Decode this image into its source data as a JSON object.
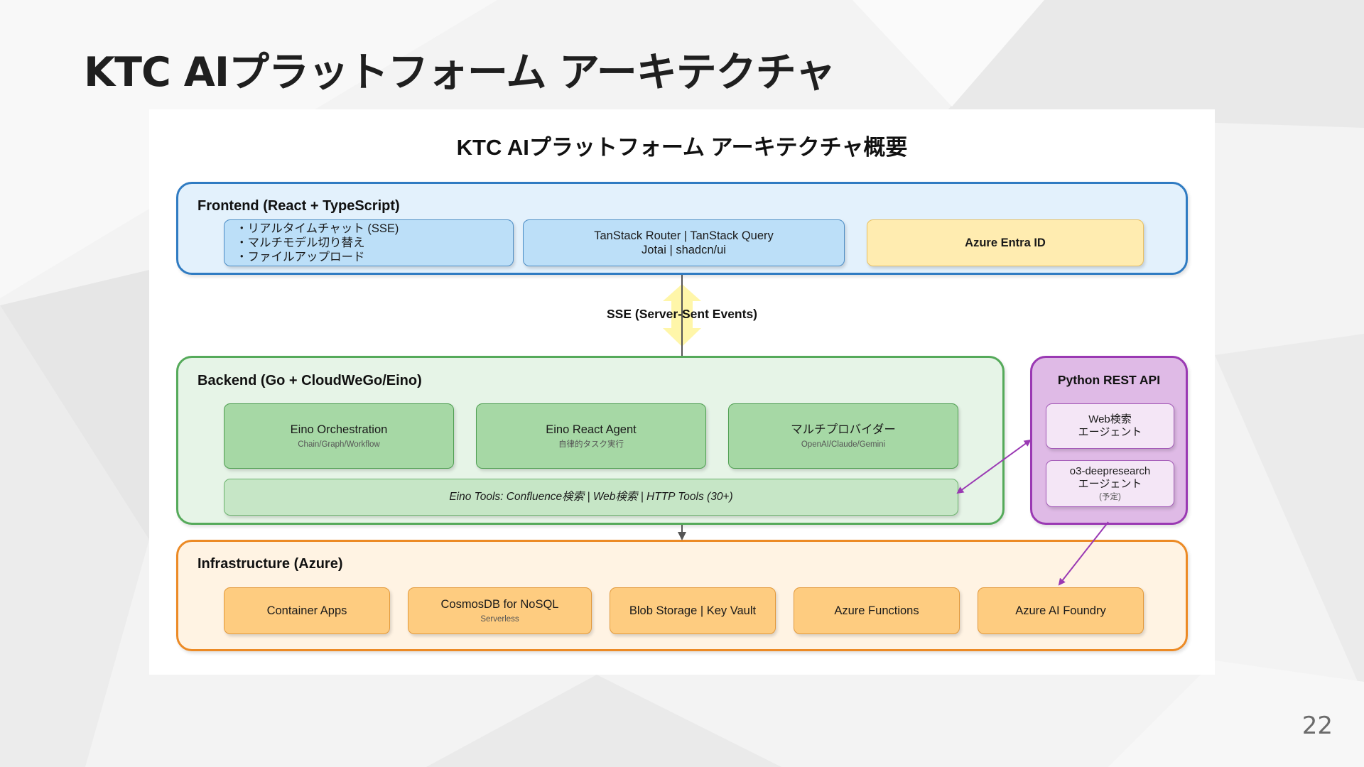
{
  "slide": {
    "title": "KTC AIプラットフォーム アーキテクチャ",
    "page_number": "22"
  },
  "diagram": {
    "title": "KTC AIプラットフォーム アーキテクチャ概要",
    "frontend": {
      "title": "Frontend (React + TypeScript)",
      "features": [
        "・リアルタイムチャット (SSE)",
        "・マルチモデル切り替え",
        "・ファイルアップロード"
      ],
      "libs_line1": "TanStack Router | TanStack Query",
      "libs_line2": "Jotai | shadcn/ui",
      "auth": "Azure Entra ID"
    },
    "connection": {
      "label": "SSE (Server-Sent Events)"
    },
    "backend": {
      "title": "Backend (Go + CloudWeGo/Eino)",
      "boxes": [
        {
          "label": "Eino Orchestration",
          "sub": "Chain/Graph/Workflow"
        },
        {
          "label": "Eino React Agent",
          "sub": "自律的タスク実行"
        },
        {
          "label": "マルチプロバイダー",
          "sub": "OpenAI/Claude/Gemini"
        }
      ],
      "tools": "Eino Tools: Confluence検索 | Web検索 | HTTP Tools (30+)"
    },
    "python": {
      "title": "Python REST API",
      "web_agent_line1": "Web検索",
      "web_agent_line2": "エージェント",
      "deep_agent_line1": "o3-deepresearch",
      "deep_agent_line2": "エージェント",
      "deep_agent_note": "(予定)"
    },
    "infrastructure": {
      "title": "Infrastructure (Azure)",
      "boxes": [
        {
          "label": "Container Apps",
          "sub": ""
        },
        {
          "label": "CosmosDB for NoSQL",
          "sub": "Serverless"
        },
        {
          "label": "Blob Storage | Key Vault",
          "sub": ""
        },
        {
          "label": "Azure Functions",
          "sub": ""
        },
        {
          "label": "Azure AI Foundry",
          "sub": ""
        }
      ]
    },
    "colors": {
      "frontend_border": "#2f7bc2",
      "backend_border": "#55aa5a",
      "python_border": "#9a39b3",
      "infra_border": "#ec8a25",
      "auth_fill": "#ffecb0",
      "arrow_purple": "#9a39b3"
    }
  }
}
